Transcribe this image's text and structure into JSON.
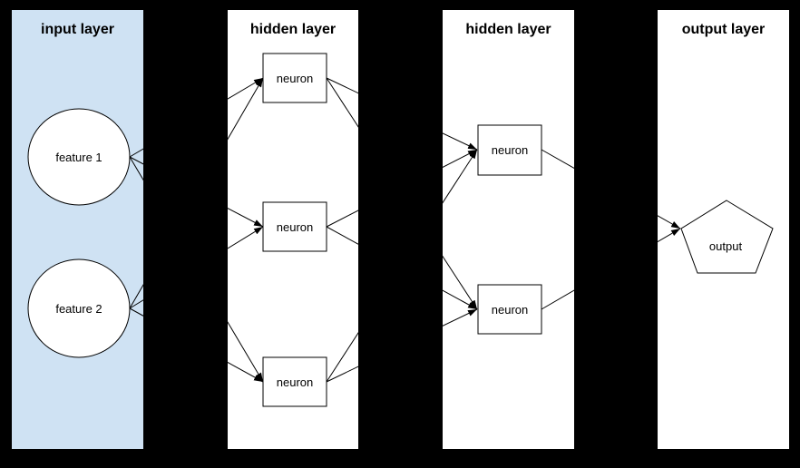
{
  "diagram": {
    "kind": "neural-network-diagram",
    "colors": {
      "background": "#000000",
      "input_panel_fill": "#cfe2f3",
      "hidden_panel_fill": "#ffffff",
      "output_panel_fill": "#ffffff",
      "node_fill": "#ffffff",
      "stroke": "#000000",
      "text": "#000000"
    },
    "layers": [
      {
        "title": "input layer",
        "nodes": [
          {
            "label": "feature 1",
            "shape": "ellipse"
          },
          {
            "label": "feature 2",
            "shape": "ellipse"
          }
        ]
      },
      {
        "title": "hidden layer",
        "nodes": [
          {
            "label": "neuron",
            "shape": "rectangle"
          },
          {
            "label": "neuron",
            "shape": "rectangle"
          },
          {
            "label": "neuron",
            "shape": "rectangle"
          }
        ]
      },
      {
        "title": "hidden layer",
        "nodes": [
          {
            "label": "neuron",
            "shape": "rectangle"
          },
          {
            "label": "neuron",
            "shape": "rectangle"
          }
        ]
      },
      {
        "title": "output layer",
        "nodes": [
          {
            "label": "output",
            "shape": "pentagon"
          }
        ]
      }
    ],
    "connections": [
      {
        "from_layer": 0,
        "from_node": 0,
        "to_layer": 1,
        "to_node": 0
      },
      {
        "from_layer": 0,
        "from_node": 0,
        "to_layer": 1,
        "to_node": 1
      },
      {
        "from_layer": 0,
        "from_node": 0,
        "to_layer": 1,
        "to_node": 2
      },
      {
        "from_layer": 0,
        "from_node": 1,
        "to_layer": 1,
        "to_node": 0
      },
      {
        "from_layer": 0,
        "from_node": 1,
        "to_layer": 1,
        "to_node": 1
      },
      {
        "from_layer": 0,
        "from_node": 1,
        "to_layer": 1,
        "to_node": 2
      },
      {
        "from_layer": 1,
        "from_node": 0,
        "to_layer": 2,
        "to_node": 0
      },
      {
        "from_layer": 1,
        "from_node": 0,
        "to_layer": 2,
        "to_node": 1
      },
      {
        "from_layer": 1,
        "from_node": 1,
        "to_layer": 2,
        "to_node": 0
      },
      {
        "from_layer": 1,
        "from_node": 1,
        "to_layer": 2,
        "to_node": 1
      },
      {
        "from_layer": 1,
        "from_node": 2,
        "to_layer": 2,
        "to_node": 0
      },
      {
        "from_layer": 1,
        "from_node": 2,
        "to_layer": 2,
        "to_node": 1
      },
      {
        "from_layer": 2,
        "from_node": 0,
        "to_layer": 3,
        "to_node": 0
      },
      {
        "from_layer": 2,
        "from_node": 1,
        "to_layer": 3,
        "to_node": 0
      }
    ]
  }
}
